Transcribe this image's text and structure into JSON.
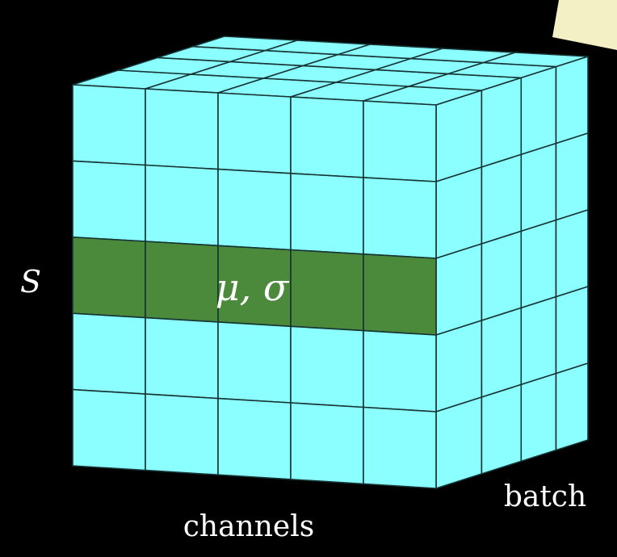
{
  "diagram": {
    "labels": {
      "spatial": "S",
      "statistic": "μ, σ",
      "channels": "channels",
      "batch": "batch"
    },
    "grid": {
      "front_columns": 5,
      "front_rows": 5,
      "depth_cells": 4,
      "highlighted_row": 3
    },
    "colors": {
      "background": "#000000",
      "cell_fill": "#8BFFFF",
      "highlight_fill": "#4A8A3A",
      "grid_line": "#1a3a3a",
      "label": "#ffffff",
      "note": "#F3F0C6"
    }
  }
}
